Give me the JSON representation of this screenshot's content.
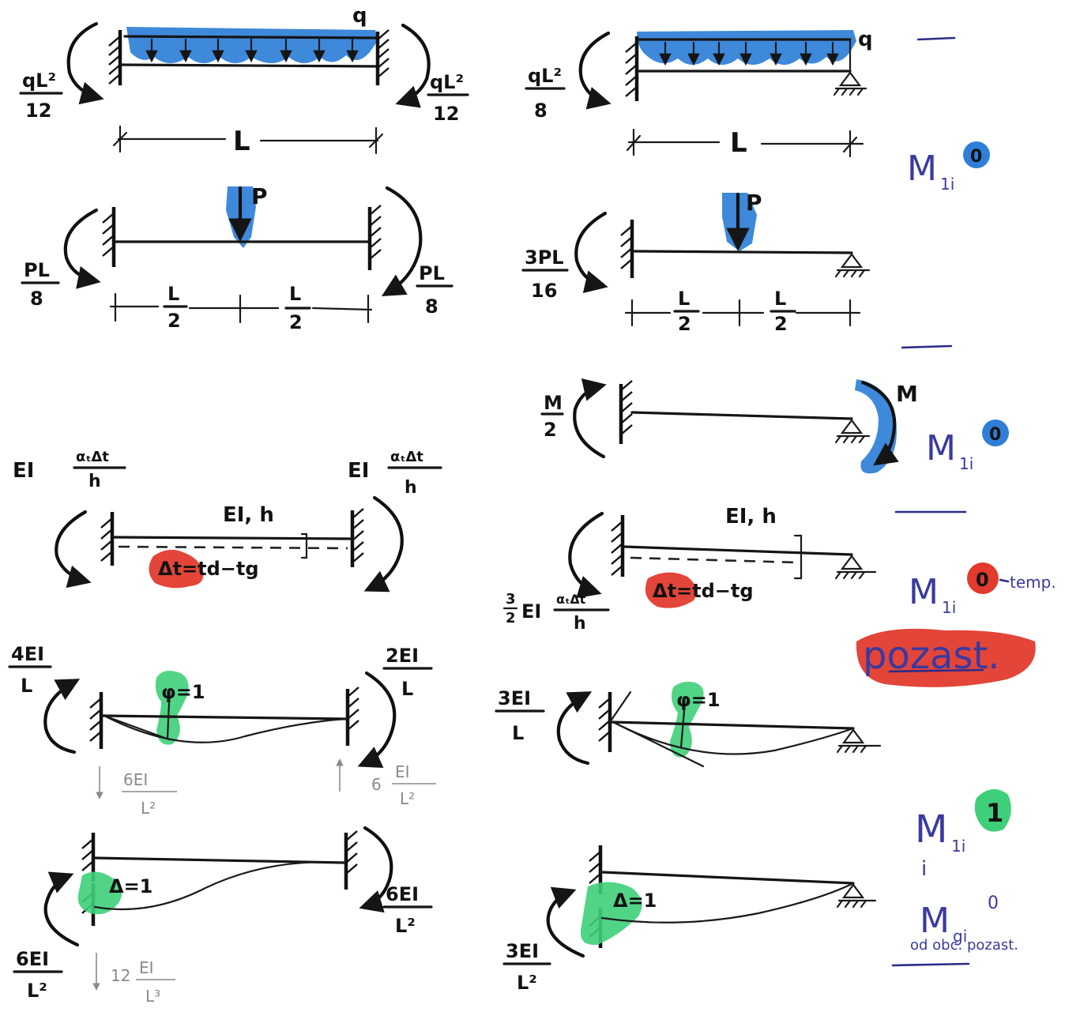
{
  "colors": {
    "ink": "#151515",
    "highlight_blue": "#2f7fd8",
    "highlight_red": "#e23b2e",
    "highlight_green": "#3fcf7a",
    "pen_blue": "#3a3aa0",
    "pencil_grey": "#8a8a8a"
  },
  "left_column": {
    "distributed_load": {
      "load_label": "q",
      "moment_left": {
        "num": "qL²",
        "den": "12"
      },
      "moment_right": {
        "num": "qL²",
        "den": "12"
      },
      "span": "L"
    },
    "point_load": {
      "load_label": "P",
      "moment_left": {
        "num": "PL",
        "den": "8"
      },
      "moment_right": {
        "num": "PL",
        "den": "8"
      },
      "half_span_left": {
        "num": "L",
        "den": "2"
      },
      "half_span_right": {
        "num": "L",
        "den": "2"
      }
    },
    "temperature": {
      "moment_left": {
        "prefix": "EI",
        "num": "αₜΔt",
        "den": "h"
      },
      "moment_right": {
        "prefix": "EI",
        "num": "αₜΔt",
        "den": "h"
      },
      "section_label": "EI, h",
      "delta_t": "Δt=td−tg"
    },
    "rotation": {
      "moment_left": {
        "num": "4EI",
        "den": "L"
      },
      "moment_right": {
        "num": "2EI",
        "den": "L"
      },
      "phi_label": "φ=1",
      "pencil_reaction_left": {
        "num": "6EI",
        "den": "L²"
      },
      "pencil_reaction_right": {
        "coef": "6",
        "num": "EI",
        "den": "L²"
      }
    },
    "displacement": {
      "delta_label": "Δ=1",
      "moment_left": {
        "num": "6EI",
        "den": "L²"
      },
      "moment_right": {
        "num": "6EI",
        "den": "L²"
      },
      "pencil_reaction": {
        "coef": "12",
        "num": "EI",
        "den": "L³"
      }
    }
  },
  "right_column": {
    "distributed_load": {
      "load_label": "q",
      "moment_left": {
        "num": "qL²",
        "den": "8"
      },
      "span": "L"
    },
    "point_load": {
      "load_label": "P",
      "moment_left": {
        "num": "3PL",
        "den": "16"
      },
      "half_span_left": {
        "num": "L",
        "den": "2"
      },
      "half_span_right": {
        "num": "L",
        "den": "2"
      }
    },
    "end_moment": {
      "applied_moment": "M",
      "moment_left": {
        "num": "M",
        "den": "2"
      }
    },
    "temperature": {
      "section_label": "EI, h",
      "delta_t": "Δt=td−tg",
      "moment_left": {
        "coef_num": "3",
        "coef_den": "2",
        "prefix": "EI",
        "num": "αₜΔt",
        "den": "h"
      }
    },
    "rotation": {
      "moment_left": {
        "num": "3EI",
        "den": "L"
      },
      "phi_label": "φ=1"
    },
    "displacement": {
      "delta_label": "Δ=1",
      "moment_left": {
        "num": "3EI",
        "den": "L²"
      }
    }
  },
  "margin_notes": {
    "note_1": {
      "text": "M",
      "sub": "1i",
      "sup": "0"
    },
    "note_2": {
      "text": "M",
      "sub": "1i",
      "sup": "0"
    },
    "note_3": {
      "text": "M",
      "sub": "1i",
      "sup": "0",
      "sup_note": "temp."
    },
    "pozast": "pozast.",
    "note_4": {
      "text": "M",
      "sub": "1i",
      "sup": "1"
    },
    "conj": "i",
    "note_5": {
      "text": "M",
      "sub": "gi",
      "sup": "0",
      "caption": "od obc. pozast."
    }
  }
}
